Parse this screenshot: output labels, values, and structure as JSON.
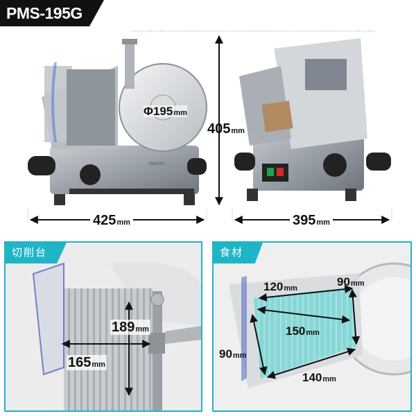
{
  "model": "PMS-195G",
  "brand_plate": "MINATO",
  "dimensions": {
    "blade": {
      "prefix": "Φ195",
      "unit": "mm"
    },
    "height": {
      "value": "405",
      "unit": "mm"
    },
    "width": {
      "value": "425",
      "unit": "mm"
    },
    "depth": {
      "value": "395",
      "unit": "mm"
    }
  },
  "panel_table": {
    "label": "切削台",
    "height": {
      "value": "189",
      "unit": "mm"
    },
    "width": {
      "value": "165",
      "unit": "mm"
    }
  },
  "panel_food": {
    "label": "食材",
    "top": {
      "value": "120",
      "unit": "mm"
    },
    "right": {
      "value": "90",
      "unit": "mm"
    },
    "diagonal": {
      "value": "150",
      "unit": "mm"
    },
    "left": {
      "value": "90",
      "unit": "mm"
    },
    "bottom": {
      "value": "140",
      "unit": "mm"
    }
  },
  "colors": {
    "accent": "#1fb5c7",
    "food_area": "#7fd6d6",
    "body": "#9aa1a8"
  }
}
